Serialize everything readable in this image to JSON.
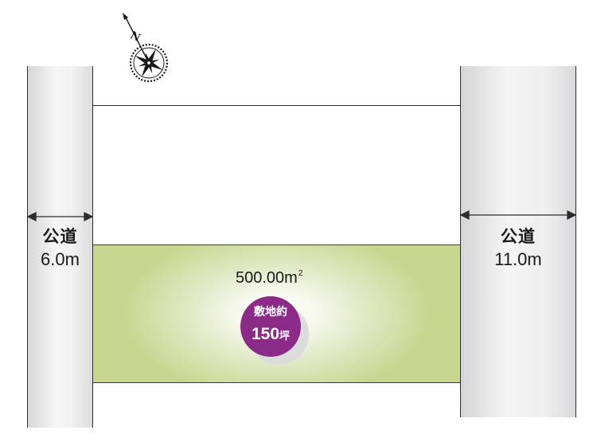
{
  "compass": {
    "label": "N"
  },
  "road_left": {
    "label": "公道",
    "width": "6.0m"
  },
  "road_right": {
    "label": "公道",
    "width": "11.0m"
  },
  "lot": {
    "area": "500.00",
    "area_unit_mark": "㎡",
    "badge_line1": "敷地約",
    "badge_number": "150",
    "badge_unit": "坪"
  },
  "colors": {
    "badge": "#8c2a88",
    "lot": "#c9d690",
    "road": "#ececed"
  }
}
